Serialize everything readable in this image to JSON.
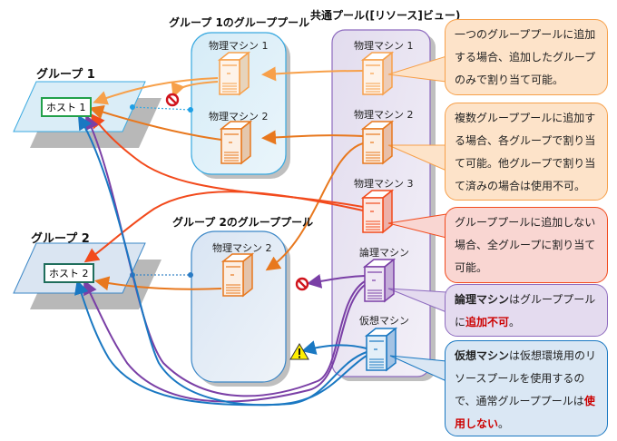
{
  "titles": {
    "group1_pool": "グループ 1のグループプール",
    "group2_pool": "グループ 2のグループプール",
    "common_pool": "共通プール([リソース]ビュー)",
    "group1": "グループ 1",
    "group2": "グループ 2"
  },
  "hosts": {
    "host1": "ホスト 1",
    "host2": "ホスト 2"
  },
  "group1_pool_machines": [
    "物理マシン 1",
    "物理マシン 2"
  ],
  "group2_pool_machines": [
    "物理マシン 2"
  ],
  "common_pool_machines": [
    "物理マシン 1",
    "物理マシン 2",
    "物理マシン 3",
    "論理マシン",
    "仮想マシン"
  ],
  "callouts": {
    "c1": {
      "text": "一つのグループプールに追加する場合、追加したグループのみで割り当て可能。"
    },
    "c2": {
      "text": "複数グループプールに追加する場合、各グループで割り当て可能。他グループで割り当て済みの場合は使用不可。"
    },
    "c3": {
      "text": "グループプールに追加しない場合、全グループに割り当て可能。"
    },
    "c4": {
      "bold": "論理マシン",
      "text1": "はグループプールに",
      "red": "追加不可",
      "text2": "。"
    },
    "c5": {
      "bold": "仮想マシン",
      "text1": "は仮想環境用のリソースプールを使用するので、通常グループプールは",
      "red": "使用しない",
      "text2": "。"
    }
  },
  "colors": {
    "pm1": "#f7a04a",
    "pm2": "#e8781e",
    "pm3": "#f24a1c",
    "logical": "#7a3fa6",
    "virtual": "#1a78c2",
    "group_pool_border": "#39a9e0",
    "common_pool_border": "#8e6bbf"
  },
  "icons": {
    "prohibited": "prohibited-icon",
    "warning": "warning-icon",
    "server": "server-icon"
  }
}
